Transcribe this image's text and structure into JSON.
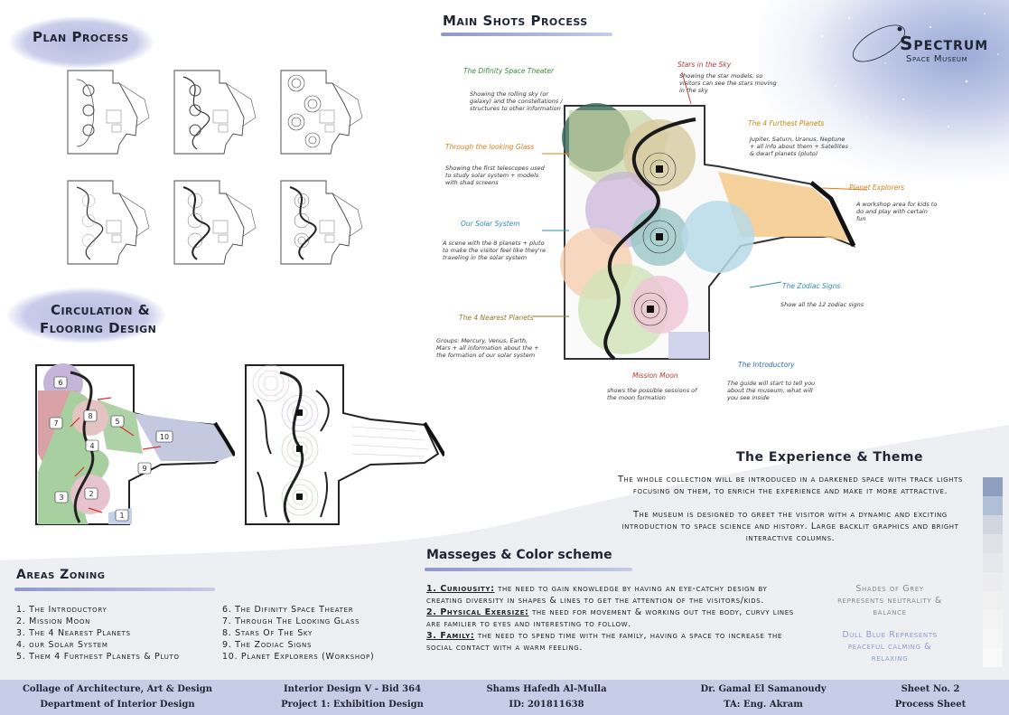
{
  "plan_process": {
    "title": "Plan Process"
  },
  "main_shots": {
    "title": "Main Shots Process",
    "labels": [
      {
        "name": "The Difinity Space Theater",
        "num": "6",
        "desc": "Showing the rolling sky (or galaxy) and the constellations / structures to other information",
        "color": "#3a8a3a"
      },
      {
        "name": "Stars in the Sky",
        "num": "8",
        "desc": "Showing the star models, so visitors can see the stars moving in the sky",
        "color": "#c0392b"
      },
      {
        "name": "Through the looking Glass",
        "num": "7",
        "desc": "Showing the first telescopes used to study solar system + models with shad screens",
        "color": "#e07b1a"
      },
      {
        "name": "The 4 Furthest Planets",
        "num": "5",
        "desc": "Jupiter, Saturn, Uranus, Neptune + all info about them + Satellites & dwarf planets (pluto)",
        "color": "#c8860a"
      },
      {
        "name": "Our Solar System",
        "num": "4",
        "desc": "A scene with the 8 planets + pluto to make the visitor feel like they're traveling in the solar system",
        "color": "#2e8ab0"
      },
      {
        "name": "Planet Explorers",
        "num": "10",
        "desc": "A workshop area for kids to do and play with certain fun",
        "color": "#e07b1a"
      },
      {
        "name": "The Zodiac Signs",
        "num": "9",
        "desc": "Show all the 12 zodiac signs",
        "color": "#2e8ab0"
      },
      {
        "name": "The 4 Nearest Planets",
        "num": "3",
        "desc": "Groups: Mercury, Venus, Earth, Mars + all information about the + the formation of our solar system",
        "color": "#8a7a2a"
      },
      {
        "name": "The Introductory",
        "num": "1",
        "desc": "The guide will start to tell you about the museum, what will you see inside",
        "color": "#2e6ab0"
      },
      {
        "name": "Mission Moon",
        "num": "2",
        "desc": "shows the possible sessions of the moon formation",
        "color": "#c0392b"
      }
    ]
  },
  "brand": {
    "title": "Spectrum",
    "subtitle": "Space Museum"
  },
  "circulation": {
    "title_line1": "Circulation &",
    "title_line2": "Flooring Design"
  },
  "experience": {
    "title": "The Experience & Theme",
    "p1": "The whole collection will be introduced in a darkened space with track lights focusing on them, to enrich the experience and make it more attractive.",
    "p2": "The museum is designed to greet the visitor with a dynamic and exciting introduction to space science and history. Large backlit graphics and bright interactive columns."
  },
  "zoning": {
    "title": "Areas Zoning",
    "left": [
      "1. The Introductory",
      "2. Mission Moon",
      "3. The 4 Nearest Planets",
      "4. our Solar System",
      "5. Them 4 Furthest Planets & Pluto"
    ],
    "right": [
      "6. The Difinity Space Theater",
      "7. Through The Looking Glass",
      "8. Stars Of The Sky",
      "9. The Zodiac Signs",
      "10. Planet Explorers (Workshop)"
    ]
  },
  "messages": {
    "title": "Masseges & Color scheme",
    "items": [
      {
        "label": "1. Curiousity:",
        "text": " the need to gain knowledge by having an eye-catchy design by creating diversity in shapes & lines to get the attention of the visitors/kids."
      },
      {
        "label": "2. Physical Exersize:",
        "text": " the need for movement & working out the body, curvy lines are familier to eyes and interesting to follow."
      },
      {
        "label": "3. Family:",
        "text": " the need to spend time with the family, having a space to increase the social contact with a warm feeling."
      }
    ],
    "grey_note": "Shades of Grey represents neutrality & balance",
    "blue_note": "Dull Blue Represents peaceful calming & relaxing"
  },
  "swatches": [
    "#8f9fc0",
    "#b0bfd6",
    "#d2d6de",
    "#dfe2e6",
    "#e6e7ea",
    "#ececee",
    "#f0f0f1",
    "#f3f3f4",
    "#f6f6f7",
    "#f9f9fa"
  ],
  "footer": {
    "college1": "Collage of Architecture, Art & Design",
    "college2": "Department of Interior Design",
    "course1": "Interior Design V - Bid 364",
    "course2": "Project 1: Exhibition Design",
    "student1": "Shams Hafedh Al-Mulla",
    "student2": "ID: 201811638",
    "dr1": "Dr. Gamal El Samanoudy",
    "dr2": "TA: Eng. Akram",
    "sheet1": "Sheet No. 2",
    "sheet2": "Process Sheet"
  },
  "zone_numbers": [
    "6",
    "7",
    "8",
    "5",
    "4",
    "10",
    "9",
    "3",
    "2",
    "1"
  ]
}
